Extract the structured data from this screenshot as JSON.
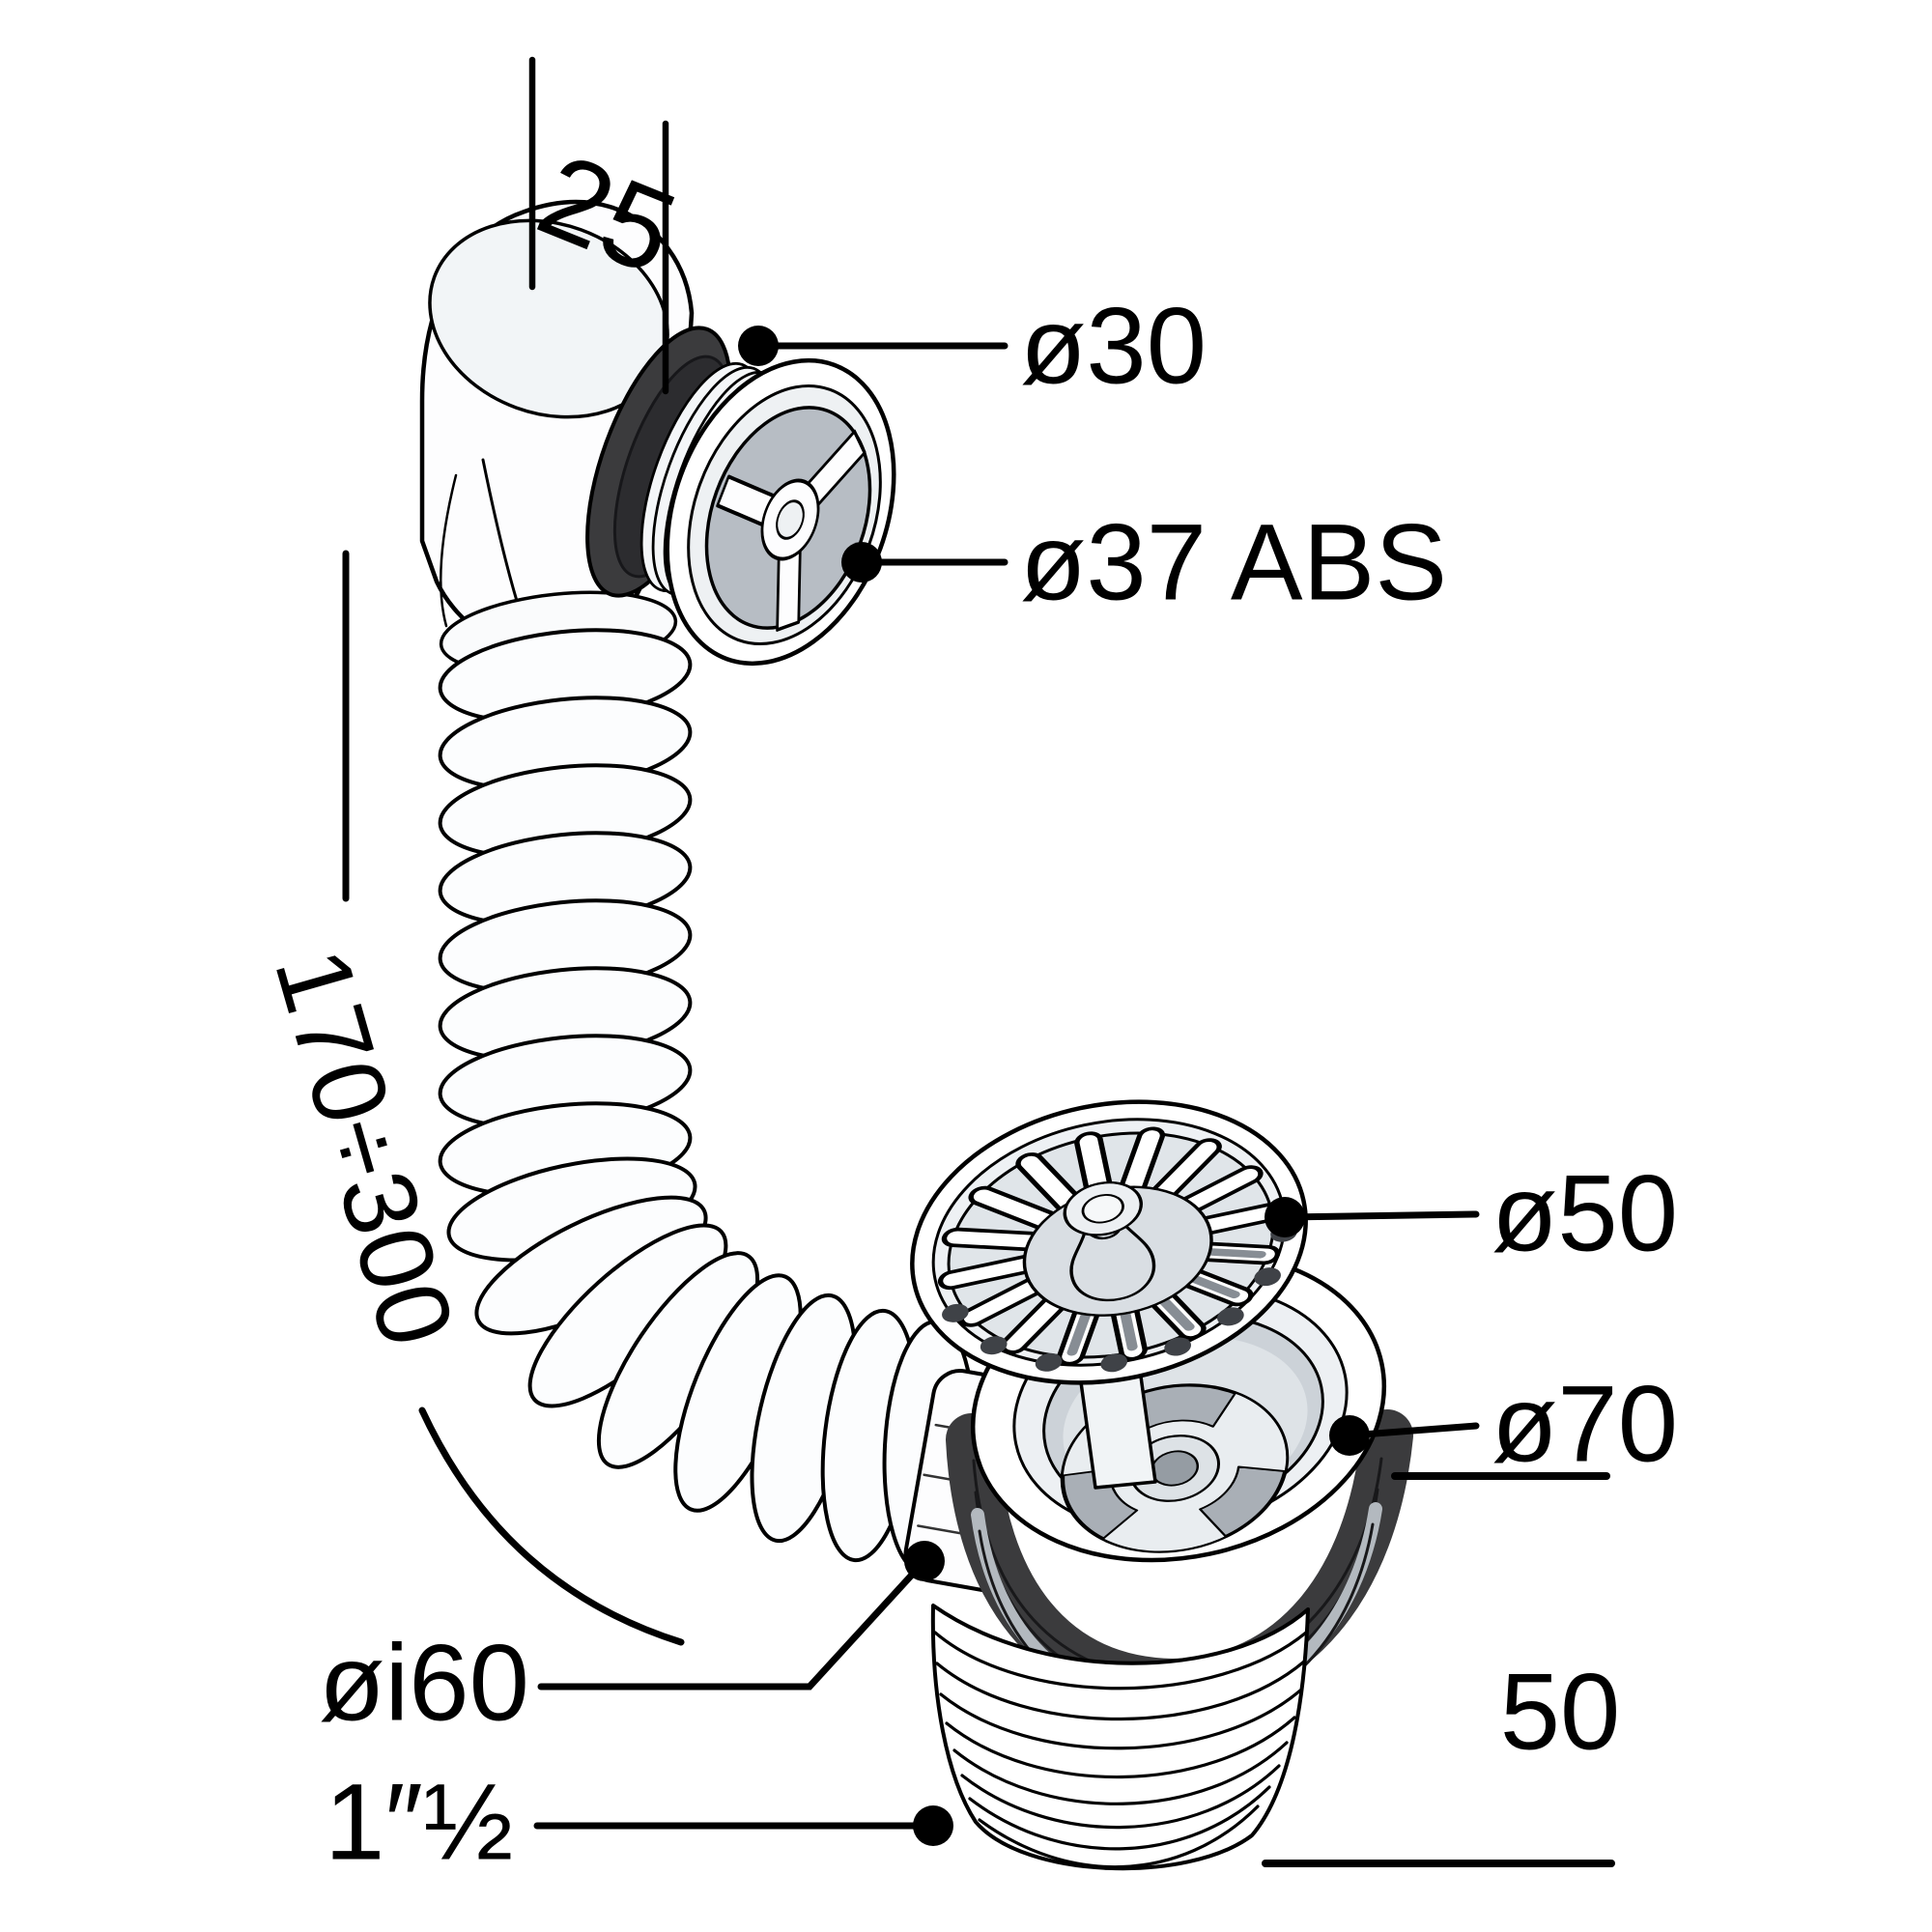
{
  "diagram": {
    "labels": {
      "overflow_offset": "25",
      "overflow_hole_diameter": "ø30",
      "overflow_cover_diameter": "ø37 ABS",
      "hose_length_range": "170÷300",
      "strainer_diameter": "ø50",
      "flange_diameter": "ø70",
      "gasket_inner_diameter": "øi60",
      "thread_size": "1″½",
      "tailpiece_height": "50"
    },
    "colors": {
      "line": "#000000",
      "background": "#ffffff",
      "part_white": "#fdfdfe",
      "shade_light": "#edf0f3",
      "shade_mid": "#ccd2d8",
      "recess_gray": "#b7bdc4",
      "gasket_dark": "#3b3b3d",
      "silver_band": "#b3b9bf"
    }
  }
}
